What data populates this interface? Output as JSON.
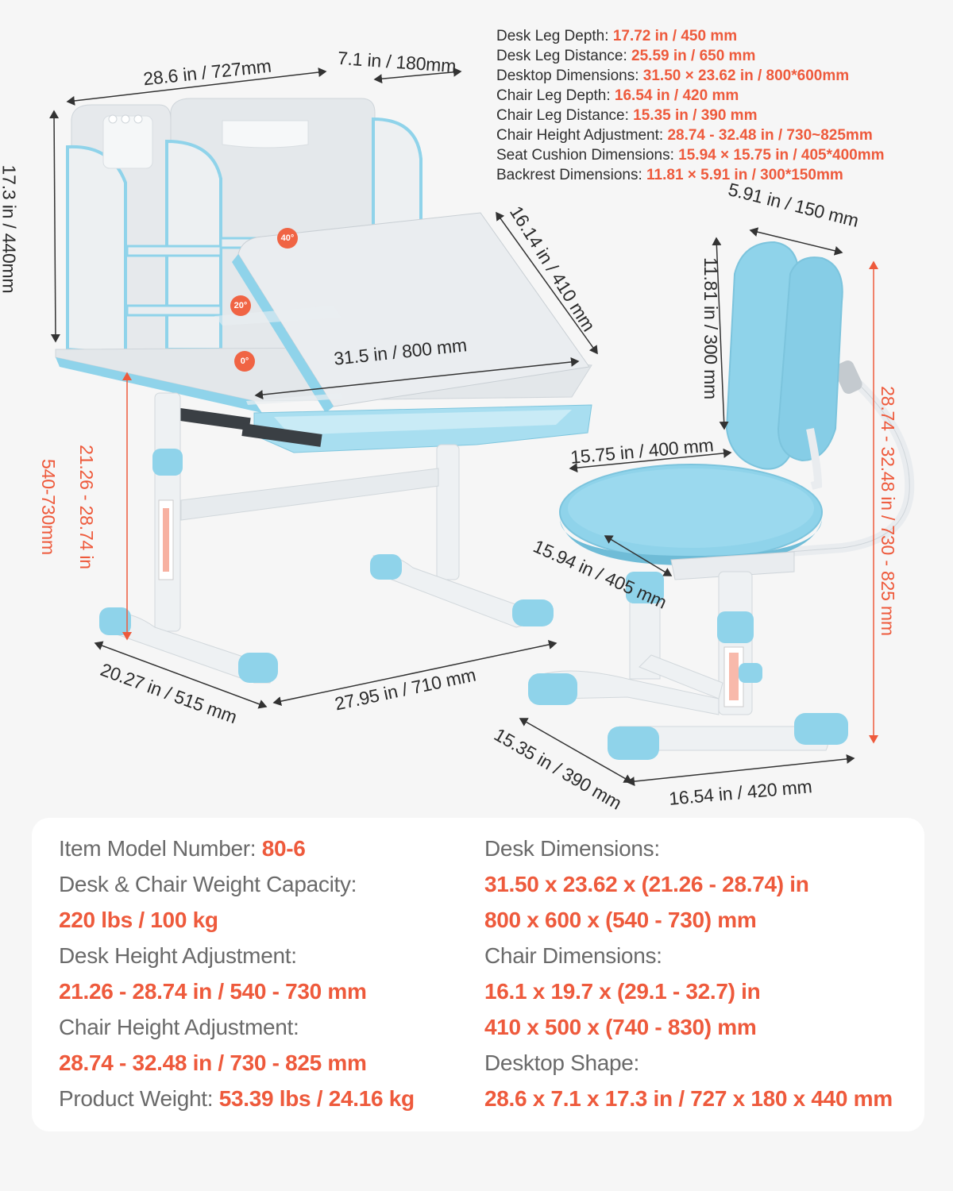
{
  "colors": {
    "accent": "#ee5a3c",
    "furniture_blue": "#8fd3ea",
    "panel_white": "#e9ecef",
    "background": "#f6f6f6"
  },
  "dimensions": {
    "desk_width": "28.6 in / 727mm",
    "shelf_depth": "7.1 in / 180mm",
    "hutch_height": "17.3 in / 440mm",
    "tilt_board_length": "16.14 in / 410 mm",
    "desktop_width": "31.5 in / 800 mm",
    "desk_height_in": "21.26 - 28.74 in",
    "desk_height_mm": "540-730mm",
    "desk_leg_depth": "20.27 in / 515 mm",
    "desk_leg_distance": "27.95 in / 710 mm",
    "backrest_width": "5.91 in / 150 mm",
    "backrest_height": "11.81 in / 300 mm",
    "seat_width": "15.75 in / 400 mm",
    "seat_depth": "15.94 in / 405 mm",
    "chair_height": "28.74 - 32.48 in / 730 - 825 mm",
    "chair_leg_distance": "15.35 in / 390 mm",
    "chair_leg_depth": "16.54 in / 420 mm"
  },
  "angles": [
    "40°",
    "20°",
    "0°"
  ],
  "spec_list": [
    {
      "label": "Desk Leg Depth: ",
      "value": "17.72 in / 450 mm"
    },
    {
      "label": "Desk Leg Distance: ",
      "value": "25.59 in / 650 mm"
    },
    {
      "label": "Desktop Dimensions: ",
      "value": "31.50 × 23.62 in / 800*600mm"
    },
    {
      "label": "Chair Leg Depth: ",
      "value": "16.54 in / 420 mm"
    },
    {
      "label": "Chair Leg Distance: ",
      "value": "15.35 in / 390 mm"
    },
    {
      "label": "Chair Height Adjustment: ",
      "value": "28.74 - 32.48 in  / 730~825mm"
    },
    {
      "label": "Seat Cushion Dimensions: ",
      "value": "15.94 × 15.75 in / 405*400mm"
    },
    {
      "label": "Backrest Dimensions: ",
      "value": "11.81 × 5.91 in / 300*150mm"
    }
  ],
  "panel": {
    "left": {
      "model_label": "Item Model Number: ",
      "model_value": "80-6",
      "capacity_label": "Desk & Chair Weight Capacity:",
      "capacity_value": "220 lbs / 100 kg",
      "desk_height_label": "Desk Height Adjustment:",
      "desk_height_value": "21.26 - 28.74 in / 540 - 730 mm",
      "chair_height_label": "Chair Height Adjustment:",
      "chair_height_value": "28.74 - 32.48 in / 730 - 825 mm",
      "weight_label": "Product Weight: ",
      "weight_value": "53.39 lbs / 24.16 kg"
    },
    "right": {
      "desk_dim_label": "Desk Dimensions:",
      "desk_dim_in": "31.50 x 23.62 x (21.26 - 28.74) in",
      "desk_dim_mm": "800 x 600 x (540 - 730) mm",
      "chair_dim_label": "Chair Dimensions:",
      "chair_dim_in": "16.1 x 19.7 x (29.1 - 32.7) in",
      "chair_dim_mm": "410 x 500 x (740 - 830) mm",
      "shape_label": "Desktop Shape:",
      "shape_value": "28.6 x 7.1 x 17.3 in / 727 x 180 x 440 mm"
    }
  }
}
